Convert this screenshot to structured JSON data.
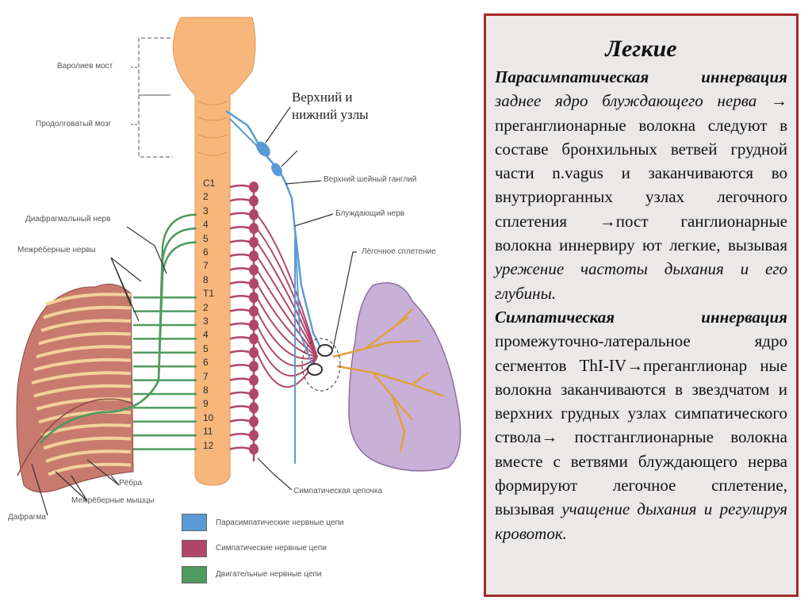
{
  "diagram": {
    "brain_labels": {
      "pons": "Варолиев мост",
      "medulla": "Продолговатый мозг"
    },
    "ganglia_label": "Верхний и нижний узлы",
    "ganglia_label_line1": "Верхний и",
    "ganglia_label_line2": "нижний узлы",
    "labels": {
      "upper_cervical_ganglion": "Верхний шейный ганглий",
      "vagus_nerve": "Блуждающий нерв",
      "pulmonary_plexus": "Лёгочное сплетение",
      "sympathetic_chain": "Симпатическая цепочка",
      "phrenic_nerve": "Диафрагмальный нерв",
      "intercostal_nerves": "Межрёберные нервы",
      "ribs": "Рёбра",
      "intercostal_muscles": "Межрёберные мышцы",
      "diaphragm": "Дафрагма"
    },
    "segments": [
      "C1",
      "2",
      "3",
      "4",
      "5",
      "6",
      "7",
      "8",
      "T1",
      "2",
      "3",
      "4",
      "5",
      "6",
      "7",
      "8",
      "9",
      "10",
      "11",
      "12"
    ],
    "legend": [
      {
        "color": "#5b9bd5",
        "label": "Парасимпатические нервные цепи"
      },
      {
        "color": "#b0476a",
        "label": "Симпатические нервные цепи"
      },
      {
        "color": "#4f9a5e",
        "label": "Двигательные нервные цепи"
      }
    ]
  },
  "textbox": {
    "title": "Легкие",
    "para_heading": "Парасимпатическая иннервация",
    "para_text1": "заднее ядро блуждающего нерва",
    "para_text2": "→ преганглионарные волокна следуют в составе бронхильных ветвей грудной части n.vagus и заканчиваются во внутриорганных узлах легочного сплетения →пост ганглионарные волокна иннервиру ют легкие, вызывая",
    "para_effect": "урежение частоты дыхания и его глубины.",
    "symp_heading": "Симпатическая иннервация",
    "symp_text": "промежуточно-латеральное ядро сегментов ThI-IV→преганглионар ные волокна заканчиваются в звездчатом и верхних грудных узлах симпатического ствола→ постганглионарные волокна вместе с ветвями блуждающего нерва формируют легочное сплетение, вызывая",
    "symp_effect": "учащение дыхания и регулируя кровоток."
  },
  "colors": {
    "parasympathetic": "#5b9bd5",
    "sympathetic": "#b0476a",
    "motor": "#4f9a5e",
    "spinal_cord": "#f7b77a",
    "lung": "#c9b0d6",
    "frame": "#a52a25"
  }
}
